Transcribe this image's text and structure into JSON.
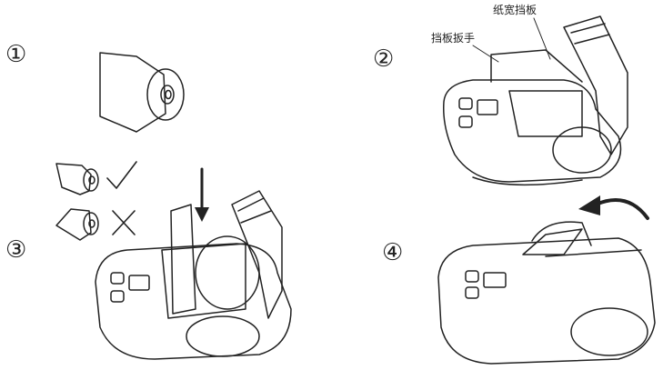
{
  "steps": {
    "step1": "①",
    "step2": "②",
    "step3": "③",
    "step4": "④"
  },
  "callouts": {
    "paper_width_guide": "纸宽挡板",
    "guide_lever": "挡板扳手"
  },
  "marks": {
    "correct": "✓",
    "wrong": "✕"
  },
  "colors": {
    "line": "#222222",
    "accent": "#111111"
  }
}
